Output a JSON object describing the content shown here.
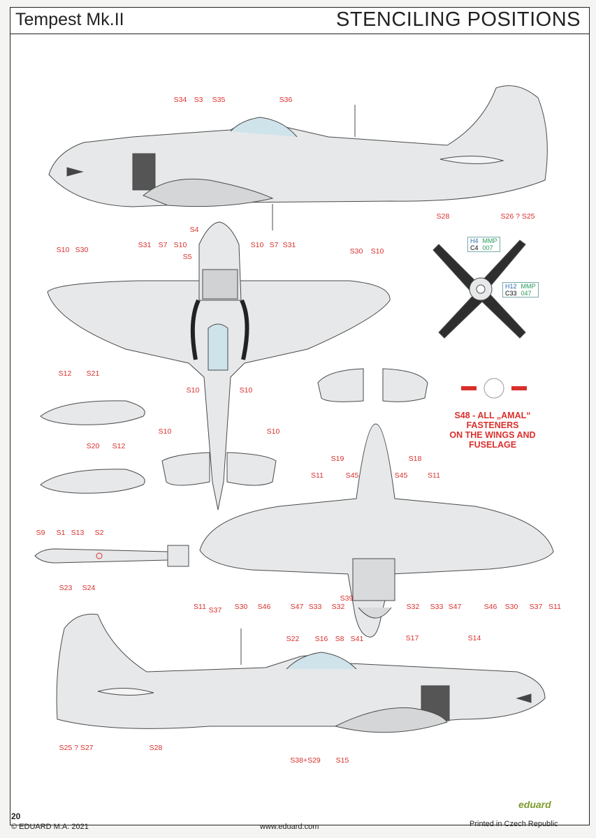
{
  "header": {
    "model": "Tempest Mk.II",
    "section": "STENCILING POSITIONS"
  },
  "labels": [
    {
      "id": "s34-top",
      "text": "S34"
    },
    {
      "id": "s3-top",
      "text": "S3"
    },
    {
      "id": "s35-top",
      "text": "S35"
    },
    {
      "id": "s36-top",
      "text": "S36"
    },
    {
      "id": "s28-top",
      "text": "S28"
    },
    {
      "id": "s26-s25",
      "text": "S26 ? S25"
    },
    {
      "id": "s4",
      "text": "S4"
    },
    {
      "id": "s10-a",
      "text": "S10"
    },
    {
      "id": "s30-a",
      "text": "S30"
    },
    {
      "id": "s31-a",
      "text": "S31"
    },
    {
      "id": "s7-a",
      "text": "S7"
    },
    {
      "id": "s10-b",
      "text": "S10"
    },
    {
      "id": "s5",
      "text": "S5"
    },
    {
      "id": "s10-c",
      "text": "S10"
    },
    {
      "id": "s7-b",
      "text": "S7"
    },
    {
      "id": "s31-b",
      "text": "S31"
    },
    {
      "id": "s30-b",
      "text": "S30"
    },
    {
      "id": "s10-d",
      "text": "S10"
    },
    {
      "id": "s10-e",
      "text": "S10"
    },
    {
      "id": "s10-f",
      "text": "S10"
    },
    {
      "id": "s12-a",
      "text": "S12"
    },
    {
      "id": "s21",
      "text": "S21"
    },
    {
      "id": "s20",
      "text": "S20"
    },
    {
      "id": "s12-b",
      "text": "S12"
    },
    {
      "id": "s10-g",
      "text": "S10"
    },
    {
      "id": "s10-h",
      "text": "S10"
    },
    {
      "id": "s19",
      "text": "S19"
    },
    {
      "id": "s18",
      "text": "S18"
    },
    {
      "id": "s11-a",
      "text": "S11"
    },
    {
      "id": "s45-a",
      "text": "S45"
    },
    {
      "id": "s45-b",
      "text": "S45"
    },
    {
      "id": "s11-b",
      "text": "S11"
    },
    {
      "id": "s9",
      "text": "S9"
    },
    {
      "id": "s1",
      "text": "S1"
    },
    {
      "id": "s13",
      "text": "S13"
    },
    {
      "id": "s2",
      "text": "S2"
    },
    {
      "id": "s23",
      "text": "S23"
    },
    {
      "id": "s24",
      "text": "S24"
    },
    {
      "id": "s11-c",
      "text": "S11"
    },
    {
      "id": "s37-a",
      "text": "S37"
    },
    {
      "id": "s30-c",
      "text": "S30"
    },
    {
      "id": "s46-a",
      "text": "S46"
    },
    {
      "id": "s47-a",
      "text": "S47"
    },
    {
      "id": "s33-a",
      "text": "S33"
    },
    {
      "id": "s32-a",
      "text": "S32"
    },
    {
      "id": "s39",
      "text": "S39"
    },
    {
      "id": "s32-b",
      "text": "S32"
    },
    {
      "id": "s33-b",
      "text": "S33"
    },
    {
      "id": "s47-b",
      "text": "S47"
    },
    {
      "id": "s46-b",
      "text": "S46"
    },
    {
      "id": "s30-d",
      "text": "S30"
    },
    {
      "id": "s37-b",
      "text": "S37"
    },
    {
      "id": "s11-d",
      "text": "S11"
    },
    {
      "id": "s22",
      "text": "S22"
    },
    {
      "id": "s16",
      "text": "S16"
    },
    {
      "id": "s8",
      "text": "S8"
    },
    {
      "id": "s41",
      "text": "S41"
    },
    {
      "id": "s17",
      "text": "S17"
    },
    {
      "id": "s14",
      "text": "S14"
    },
    {
      "id": "s25-s27",
      "text": "S25 ? S27"
    },
    {
      "id": "s28-bottom",
      "text": "S28"
    },
    {
      "id": "s38-s29",
      "text": "S38+S29"
    },
    {
      "id": "s15",
      "text": "S15"
    }
  ],
  "note": {
    "line1": "S48 - ALL „AMAL“",
    "line2": "FASTENERS",
    "line3": "ON THE WINGS AND",
    "line4": "FUSELAGE"
  },
  "paint_codes": {
    "upper": {
      "h": "H4",
      "c": "C4",
      "mmp": "MMP",
      "num": "007"
    },
    "lower": {
      "h": "H12",
      "c": "C33",
      "mmp": "MMP",
      "num": "047"
    }
  },
  "footer": {
    "page": "20",
    "copyright": "© EDUARD M.A. 2021",
    "website": "www.eduard.com",
    "printed": "Printed in Czech Republic",
    "brand": "eduard"
  },
  "colors": {
    "callout": "#d9302c",
    "aircraft_fill": "#e6e8ea",
    "outline": "#4a4a4a",
    "code_green": "#2a9a5a",
    "code_blue": "#2a6ab0"
  }
}
